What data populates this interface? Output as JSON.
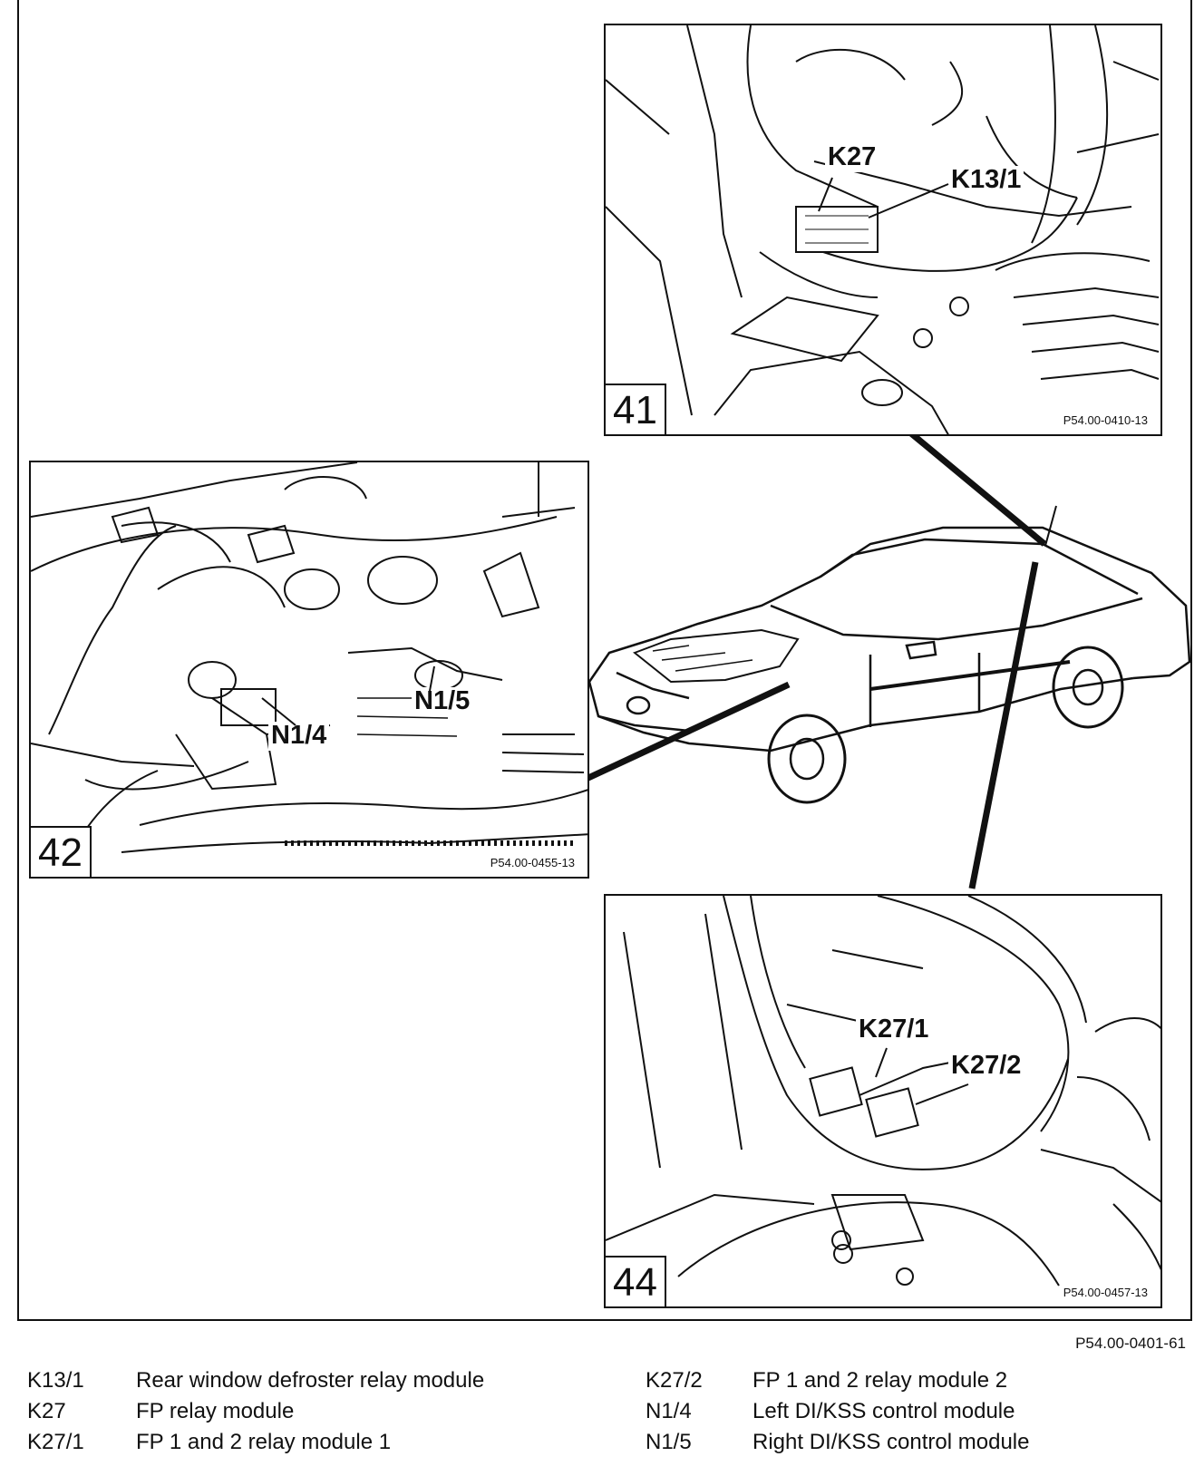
{
  "panels": {
    "p41": {
      "number": "41",
      "ref": "P54.00-0410-13",
      "callouts": [
        "K27",
        "K13/1"
      ]
    },
    "p42": {
      "number": "42",
      "ref": "P54.00-0455-13",
      "callouts": [
        "N1/4",
        "N1/5"
      ]
    },
    "p44": {
      "number": "44",
      "ref": "P54.00-0457-13",
      "callouts": [
        "K27/1",
        "K27/2"
      ]
    }
  },
  "figure_ref": "P54.00-0401-61",
  "legend": {
    "left": [
      {
        "code": "K13/1",
        "desc": "Rear window defroster relay module"
      },
      {
        "code": "K27",
        "desc": "FP relay module"
      },
      {
        "code": "K27/1",
        "desc": "FP 1 and 2 relay module 1"
      }
    ],
    "right": [
      {
        "code": "K27/2",
        "desc": "FP 1 and 2 relay module 2"
      },
      {
        "code": "N1/4",
        "desc": "Left DI/KSS control module"
      },
      {
        "code": "N1/5",
        "desc": "Right DI/KSS control module"
      }
    ]
  }
}
